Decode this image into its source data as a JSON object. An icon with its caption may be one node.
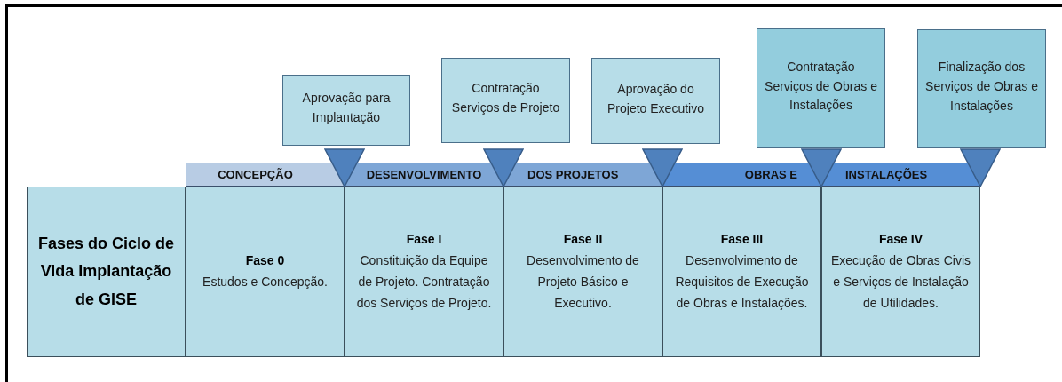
{
  "diagram": {
    "nodes": [
      {
        "text": [
          "Aprovação para Implantação"
        ]
      },
      {
        "text": [
          "Contratação Serviços de Projeto"
        ]
      },
      {
        "text": [
          "Aprovação do Projeto Executivo"
        ]
      },
      {
        "text": [
          "Contratação Serviços de Obras e Instalações"
        ]
      },
      {
        "text": [
          "Finalização dos Serviços de Obras e Instalações"
        ]
      },
      {
        "text": [
          "CONCEPÇÃO"
        ]
      },
      {
        "text": [
          "DESENVOLVIMENTO"
        ]
      },
      {
        "text": [
          "DOS PROJETOS"
        ]
      },
      {
        "text": [
          "OBRAS E"
        ]
      },
      {
        "text": [
          "INSTALAÇÕES"
        ]
      },
      {
        "text": [
          "Fases do Ciclo de Vida Implantação de GISE"
        ]
      },
      {
        "text": [
          "Fase 0",
          "Estudos e Concepção."
        ]
      },
      {
        "text": [
          "Fase I",
          "Constituição da Equipe de Projeto. Contratação dos Serviços de Projeto."
        ]
      },
      {
        "text": [
          "Fase II",
          "Desenvolvimento de Projeto Básico e Executivo."
        ]
      },
      {
        "text": [
          "Fase III",
          "Desenvolvimento de Requisitos de Execução de Obras e Instalações."
        ]
      },
      {
        "text": [
          "Fase IV",
          "Execução de Obras Civis e Serviços de Instalação de Utilidades."
        ]
      }
    ]
  }
}
